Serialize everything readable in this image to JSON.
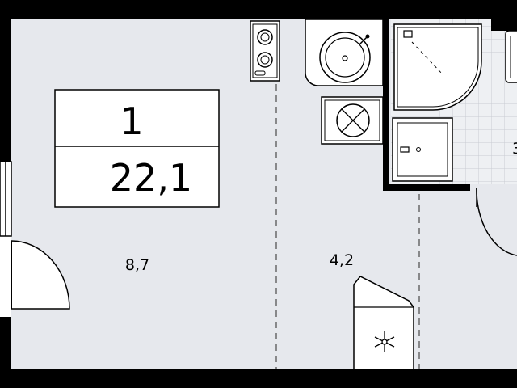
{
  "plan": {
    "rooms_count": "1",
    "total_area": "22,1",
    "areas": {
      "main_room": "8,7",
      "kitchen_zone": "4,2",
      "bathroom_partial": "3"
    }
  },
  "colors": {
    "floor": "#e6e8ed",
    "wall": "#000000",
    "fixture": "#ffffff",
    "tile_line": "#c9ccd3"
  },
  "icons": [
    "stove-icon",
    "sink-icon",
    "washing-machine-icon",
    "shower-icon",
    "toilet-icon",
    "fridge-icon",
    "door-icon"
  ]
}
